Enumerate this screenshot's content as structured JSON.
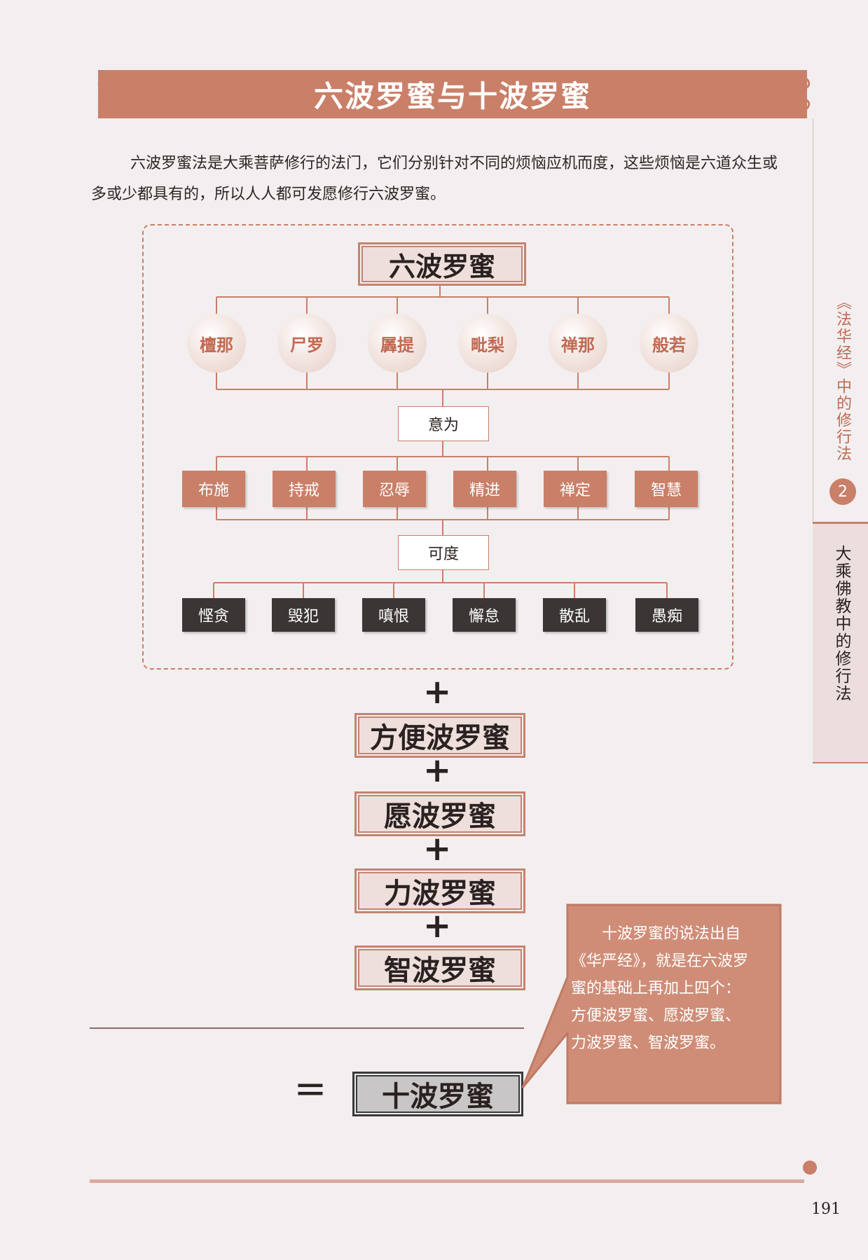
{
  "title": "六波罗蜜与十波罗蜜",
  "intro": "六波罗蜜法是大乘菩萨修行的法门，它们分别针对不同的烦恼应机而度，这些烦恼是六道众生或多或少都具有的，所以人人都可发愿修行六波罗蜜。",
  "diagram": {
    "root": "六波罗蜜",
    "paramitas": [
      "檀那",
      "尸罗",
      "羼提",
      "毗梨",
      "禅那",
      "般若"
    ],
    "meaning_label": "意为",
    "meanings": [
      "布施",
      "持戒",
      "忍辱",
      "精进",
      "禅定",
      "智慧"
    ],
    "overcome_label": "可度",
    "afflictions": [
      "悭贪",
      "毁犯",
      "嗔恨",
      "懈怠",
      "散乱",
      "愚痴"
    ],
    "plus": "+",
    "added": [
      "方便波罗蜜",
      "愿波罗蜜",
      "力波罗蜜",
      "智波罗蜜"
    ],
    "equals": "=",
    "result": "十波罗蜜"
  },
  "callout": "十波罗蜜的说法出自《华严经》，就是在六波罗蜜的基础上再加上四个：方便波罗蜜、愿波罗蜜、力波罗蜜、智波罗蜜。",
  "sidebar": {
    "book_title": "《法华经》中的修行法",
    "chapter": "2",
    "section": "大乘佛教中的修行法"
  },
  "page_number": "191",
  "colors": {
    "accent": "#c97f68",
    "dark_box": "#3b3635",
    "background": "#f3eff0"
  }
}
